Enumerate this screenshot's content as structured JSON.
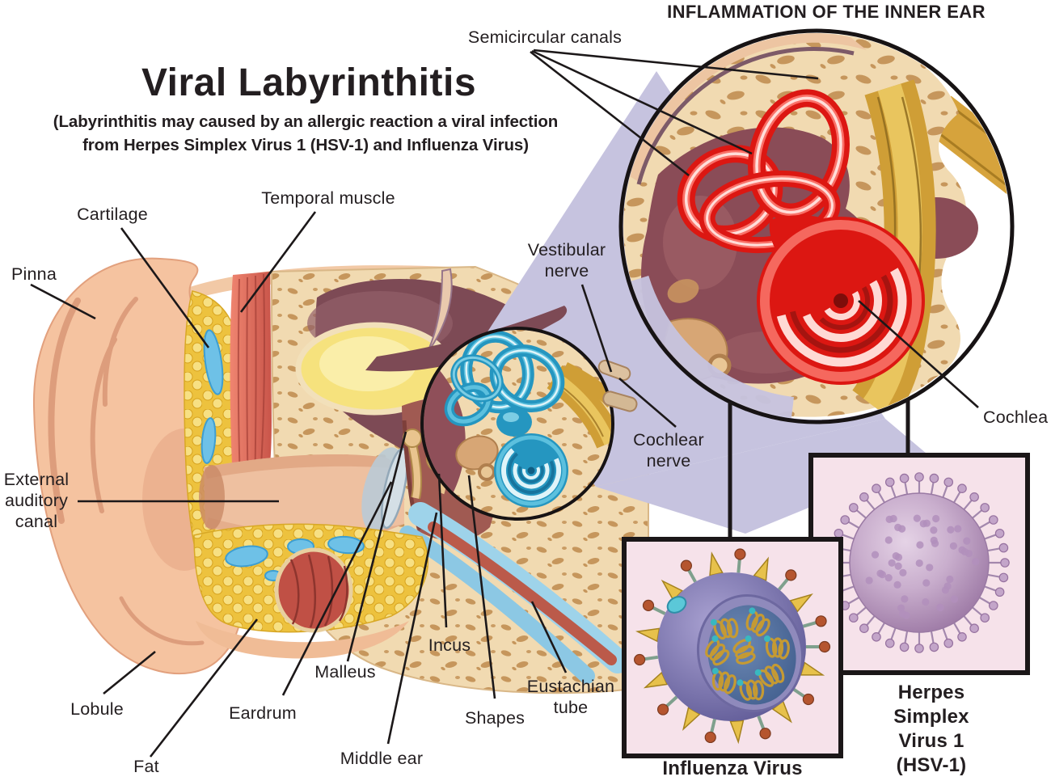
{
  "title": {
    "main": "Viral Labyrinthitis",
    "subtitle": "(Labyrinthitis may caused by an allergic reaction a viral infection\nfrom Herpes Simplex Virus 1 (HSV-1) and Influenza Virus)"
  },
  "inset": {
    "heading": "INFLAMMATION OF THE INNER EAR"
  },
  "labels": {
    "semicircular_canals": "Semicircular canals",
    "cartilage": "Cartilage",
    "temporal_muscle": "Temporal muscle",
    "pinna": "Pinna",
    "vestibular_nerve": "Vestibular\nnerve",
    "cochlear_nerve": "Cochlear\nnerve",
    "cochlea": "Cochlea",
    "external_auditory_canal": "External\nauditory\ncanal",
    "lobule": "Lobule",
    "fat": "Fat",
    "eardrum": "Eardrum",
    "malleus": "Malleus",
    "middle_ear": "Middle ear",
    "incus": "Incus",
    "shapes": "Shapes",
    "eustachian_tube": "Eustachian\ntube"
  },
  "captions": {
    "influenza": "Influenza Virus",
    "herpes": "Herpes Simplex\nVirus 1 (HSV-1)"
  },
  "palette": {
    "text": "#231e20",
    "inflamed_red": "#dc1712",
    "healthy_labyrinth_blue": "#2596c0",
    "bone": "#f1dab1",
    "bone_speckle": "#c6965c",
    "skin": "#f5c3a0",
    "fat_yellow": "#edc23e",
    "gland_blue": "#6ec1e7",
    "muscle_red": "#c9554a",
    "cavity_maroon": "#7d4a55",
    "magnifier_lavender": "#c6c3df",
    "nerve_gold": "#cf9e36",
    "box_bg": "#f6e2ea",
    "box_border": "#1b1718",
    "hsv_purple": "#a27fab",
    "influenza_purple": "#7a74ac"
  }
}
